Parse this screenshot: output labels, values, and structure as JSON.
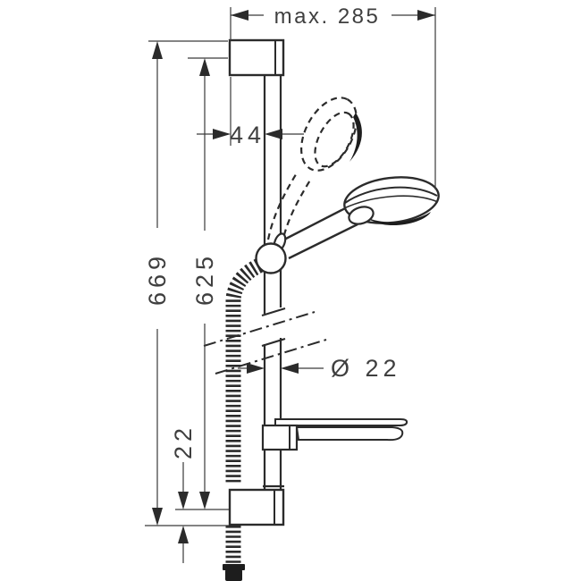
{
  "page": {
    "background": "#ffffff"
  },
  "drawing": {
    "type": "technical-dimension-drawing",
    "subject": "shower rail set with hand shower, hose and soap dish",
    "colors": {
      "object_line": "#2b2b2b",
      "dimension_line": "#3a3a3a",
      "text": "#3f3f3f",
      "solid_fill": "#1d1d1d",
      "background": "#ffffff"
    },
    "dimensions": {
      "top_width": {
        "label": "max. 285"
      },
      "holder_offset": {
        "label": "44"
      },
      "overall_height": {
        "label": "669"
      },
      "rail_length": {
        "label": "625"
      },
      "rail_diameter": {
        "label": "Ø 22"
      },
      "bottom_clearance": {
        "label": "22"
      }
    },
    "components": [
      "top wall bracket",
      "bottom wall bracket",
      "shower rail",
      "slider holder ball",
      "hand shower horizontal (solid)",
      "hand shower raised (phantom dashed)",
      "shower hose",
      "soap dish",
      "break symbol"
    ]
  }
}
